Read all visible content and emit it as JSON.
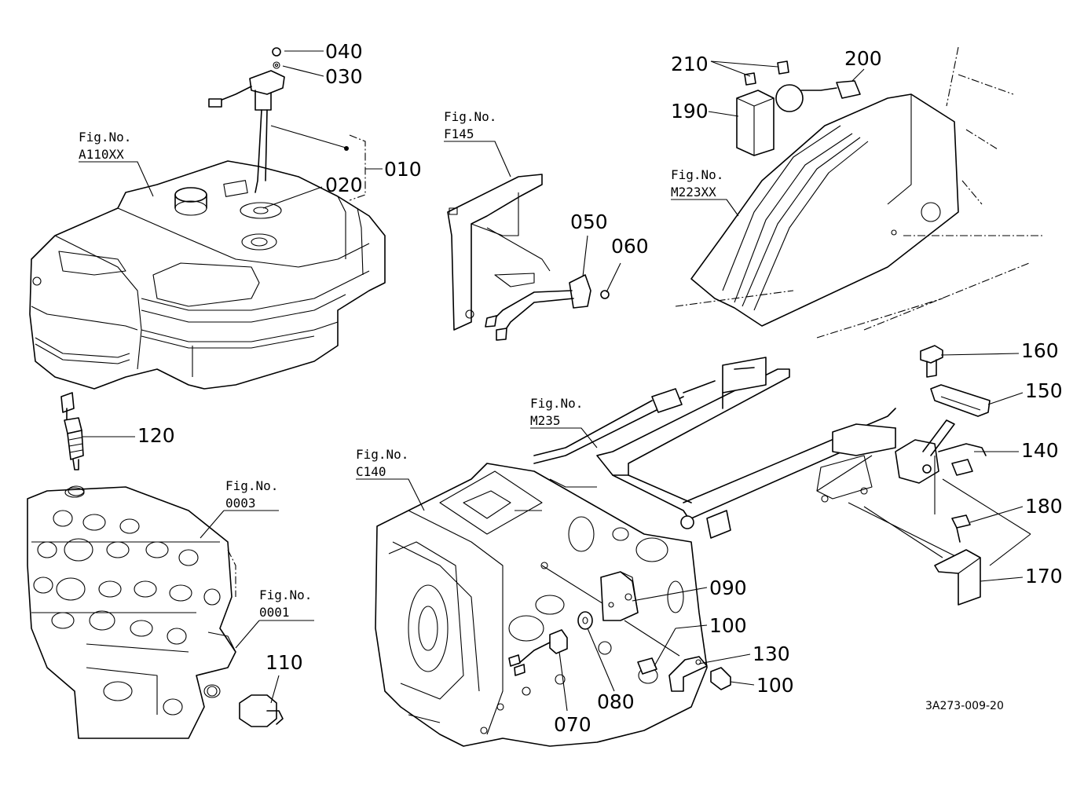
{
  "diagram_code": "3A273-009-20",
  "fig_refs": [
    {
      "id": "a110xx",
      "line1": "Fig.No.",
      "line2": "A110XX"
    },
    {
      "id": "f145",
      "line1": "Fig.No.",
      "line2": "F145"
    },
    {
      "id": "m223xx",
      "line1": "Fig.No.",
      "line2": "M223XX"
    },
    {
      "id": "m235",
      "line1": "Fig.No.",
      "line2": "M235"
    },
    {
      "id": "c140",
      "line1": "Fig.No.",
      "line2": "C140"
    },
    {
      "id": "0003",
      "line1": "Fig.No.",
      "line2": "0003"
    },
    {
      "id": "0001",
      "line1": "Fig.No.",
      "line2": "0001"
    }
  ],
  "parts": [
    {
      "id": "p040",
      "label": "040"
    },
    {
      "id": "p030",
      "label": "030"
    },
    {
      "id": "p010",
      "label": "010"
    },
    {
      "id": "p020",
      "label": "020"
    },
    {
      "id": "p050",
      "label": "050"
    },
    {
      "id": "p060",
      "label": "060"
    },
    {
      "id": "p210",
      "label": "210"
    },
    {
      "id": "p200",
      "label": "200"
    },
    {
      "id": "p190",
      "label": "190"
    },
    {
      "id": "p160",
      "label": "160"
    },
    {
      "id": "p150",
      "label": "150"
    },
    {
      "id": "p140",
      "label": "140"
    },
    {
      "id": "p180",
      "label": "180"
    },
    {
      "id": "p170",
      "label": "170"
    },
    {
      "id": "p120",
      "label": "120"
    },
    {
      "id": "p090",
      "label": "090"
    },
    {
      "id": "p100a",
      "label": "100"
    },
    {
      "id": "p130",
      "label": "130"
    },
    {
      "id": "p100b",
      "label": "100"
    },
    {
      "id": "p110",
      "label": "110"
    },
    {
      "id": "p080",
      "label": "080"
    },
    {
      "id": "p070",
      "label": "070"
    }
  ]
}
